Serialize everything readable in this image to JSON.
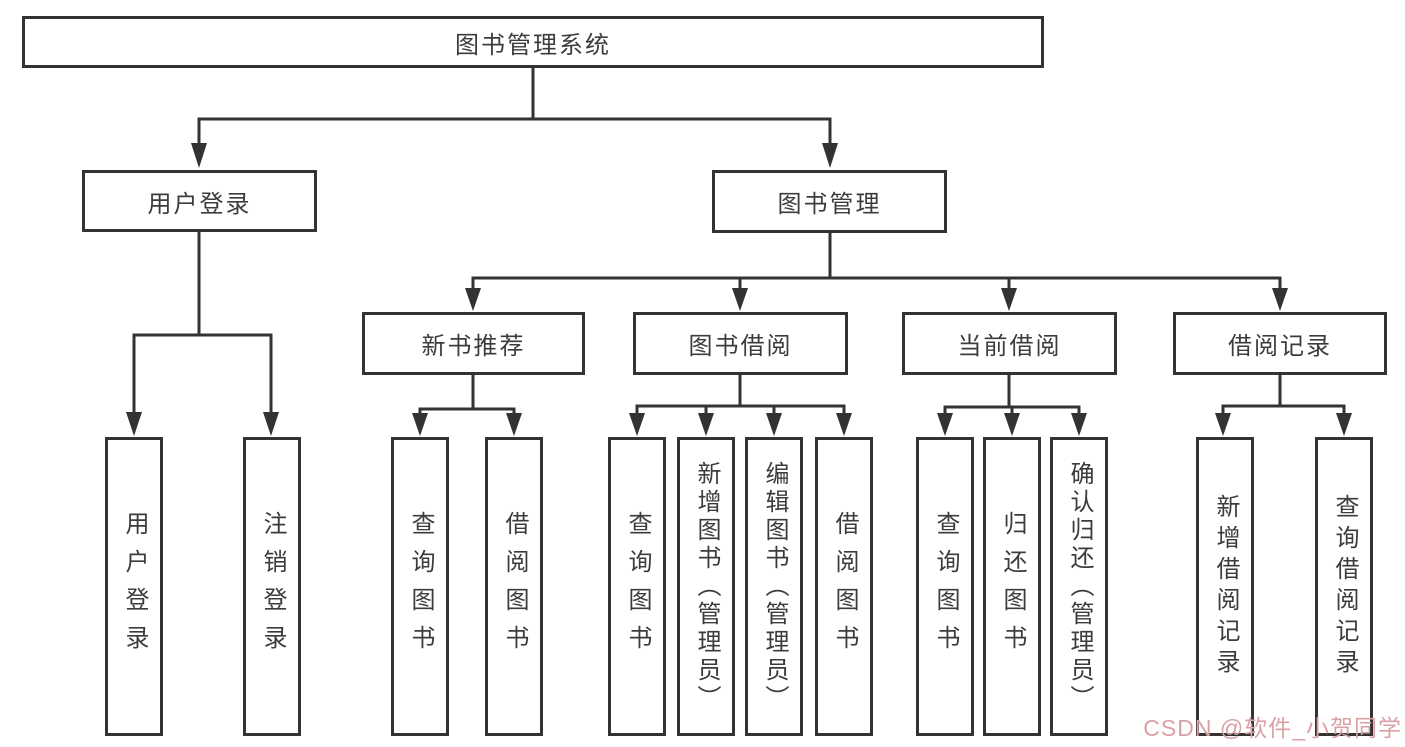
{
  "colors": {
    "line": "#333333",
    "box_border": "#333333",
    "text": "#3c3c3c",
    "watermark": "#d9a0a6"
  },
  "root": {
    "label": "图书管理系统"
  },
  "branches": {
    "userLogin": {
      "label": "用户登录",
      "children": [
        {
          "label": "用户登录"
        },
        {
          "label": "注销登录"
        }
      ]
    },
    "bookManagement": {
      "label": "图书管理",
      "sections": [
        {
          "label": "新书推荐",
          "children": [
            {
              "label": "查询图书"
            },
            {
              "label": "借阅图书"
            }
          ]
        },
        {
          "label": "图书借阅",
          "children": [
            {
              "label": "查询图书"
            },
            {
              "label": "新增图书（管理员）"
            },
            {
              "label": "编辑图书（管理员）"
            },
            {
              "label": "借阅图书"
            }
          ]
        },
        {
          "label": "当前借阅",
          "children": [
            {
              "label": "查询图书"
            },
            {
              "label": "归还图书"
            },
            {
              "label": "确认归还（管理员）"
            }
          ]
        },
        {
          "label": "借阅记录",
          "children": [
            {
              "label": "新增借阅记录"
            },
            {
              "label": "查询借阅记录"
            }
          ]
        }
      ]
    }
  },
  "watermark": {
    "text": "CSDN @软件_小贺同学"
  }
}
